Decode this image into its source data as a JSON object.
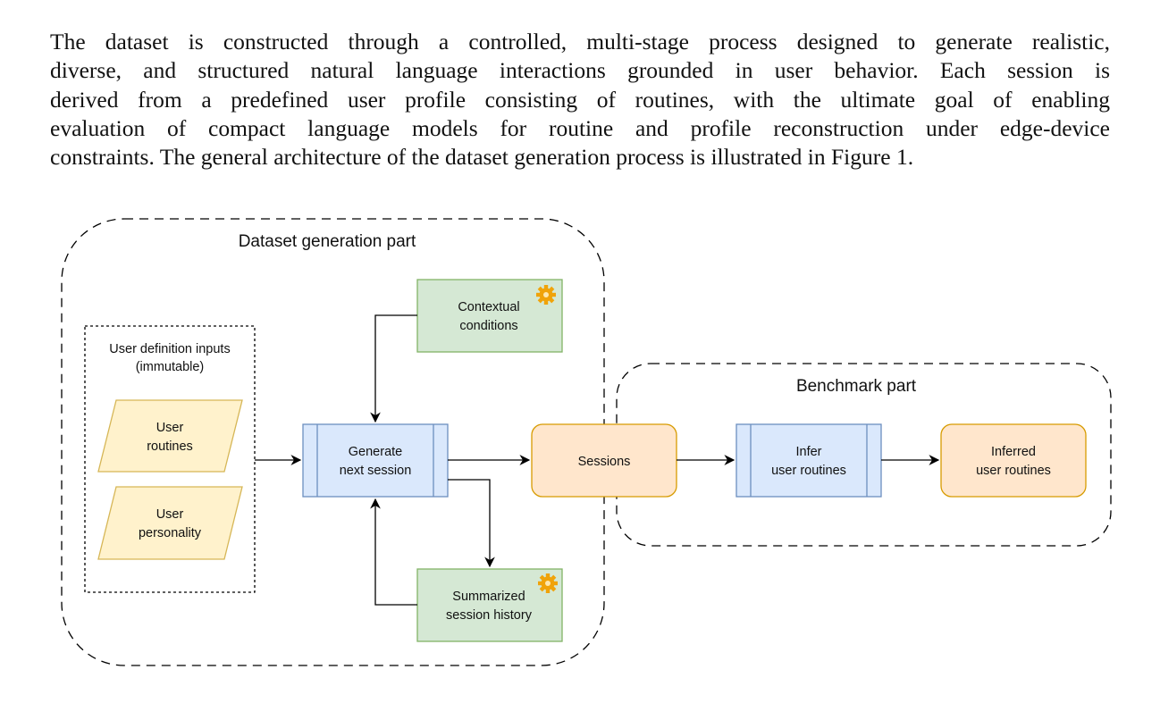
{
  "paragraph": {
    "lines": [
      "The dataset is constructed through a controlled, multi-stage process designed to generate realistic,",
      "diverse, and structured natural language interactions grounded in user behavior.  Each session is",
      "derived from a predefined user profile consisting of routines, with the ultimate goal of enabling",
      "evaluation of compact language models for routine and profile reconstruction under edge-device",
      "constraints. The general architecture of the dataset generation process is illustrated in Figure 1."
    ]
  },
  "figure": {
    "generation_part": {
      "title": "Dataset generation part",
      "inputs_group": {
        "label_line1": "User definition inputs",
        "label_line2": "(immutable)",
        "user_routines": [
          "User",
          "routines"
        ],
        "user_personality": [
          "User",
          "personality"
        ]
      },
      "contextual_conditions": [
        "Contextual",
        "conditions"
      ],
      "generate_next_session": [
        "Generate",
        "next session"
      ],
      "summarized_history": [
        "Summarized",
        "session history"
      ]
    },
    "sessions": "Sessions",
    "benchmark_part": {
      "title": "Benchmark part",
      "infer_routines": [
        "Infer",
        "user routines"
      ],
      "inferred_routines": [
        "Inferred",
        "user routines"
      ]
    },
    "colors": {
      "green_fill": "#d5e8d4",
      "green_stroke": "#82b366",
      "blue_fill": "#dae8fc",
      "blue_stroke": "#6c8ebf",
      "orange_fill": "#ffe6cc",
      "orange_stroke": "#d79b00",
      "yellow_fill": "#fff2cc",
      "yellow_stroke": "#d6b656",
      "gear": "#f0a30a"
    }
  }
}
